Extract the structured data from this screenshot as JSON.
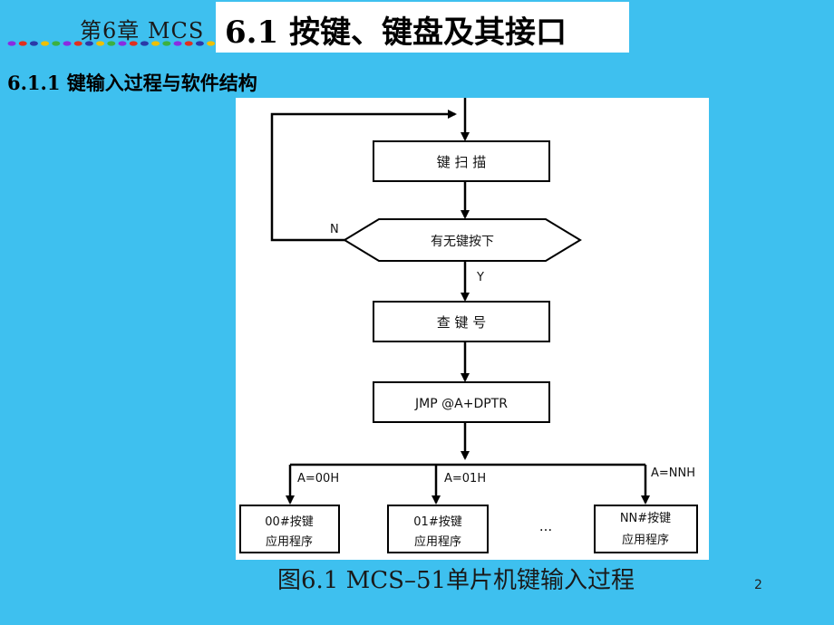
{
  "header": {
    "chapter_label": "第6章 MCS",
    "title": "6.1 按键、键盘及其接口",
    "dot_colors": [
      "#8a2be2",
      "#e0301e",
      "#2a3aa8",
      "#f0c000",
      "#3cb040"
    ]
  },
  "section": {
    "heading": "6.1.1 键输入过程与软件结构"
  },
  "flowchart": {
    "scan_box": "键 扫 描",
    "decision": "有无键按下",
    "no_label": "N",
    "yes_label": "Y",
    "lookup_box": "查 键 号",
    "jump_box": "JMP @A+DPTR",
    "branches": [
      {
        "condition": "A=00H",
        "line1": "00#按键",
        "line2": "应用程序"
      },
      {
        "condition": "A=01H",
        "line1": "01#按键",
        "line2": "应用程序"
      },
      {
        "condition": "A=NNH",
        "line1": "NN#按键",
        "line2": "应用程序"
      }
    ],
    "ellipsis": "..."
  },
  "caption": "图6.1 MCS–51单片机键输入过程",
  "page_number": "2",
  "colors": {
    "background": "#3ec0ef",
    "figure_bg": "#ffffff",
    "line": "#000000"
  }
}
